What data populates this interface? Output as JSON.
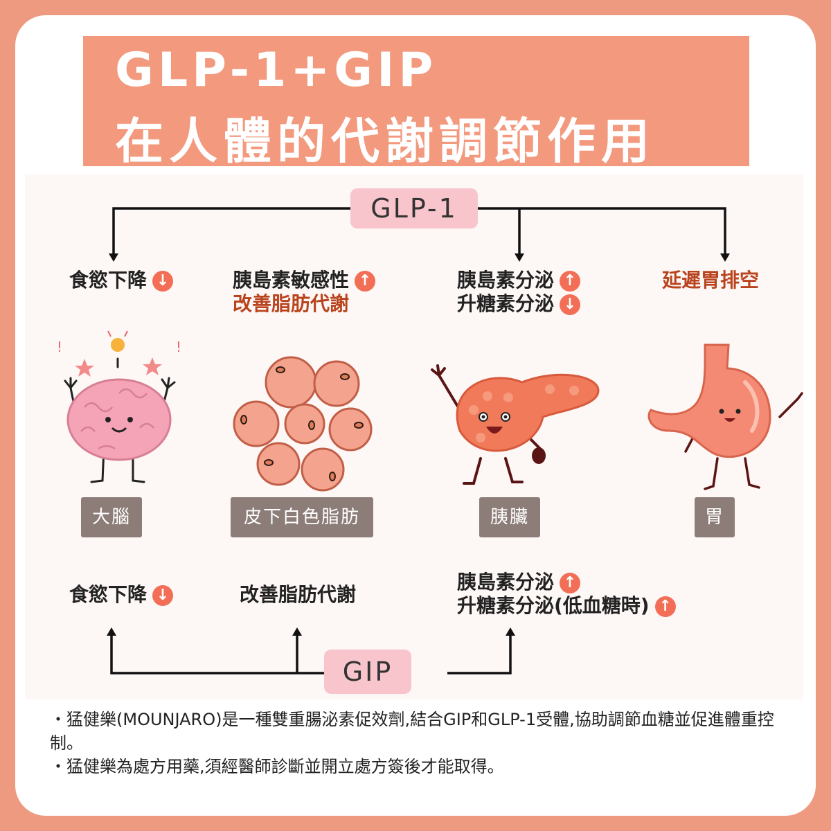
{
  "title": {
    "line1": "GLP-1+GIP",
    "line2": "在人體的代謝調節作用"
  },
  "glp1_label": "GLP-1",
  "gip_label": "GIP",
  "glp1_effects": {
    "brain": {
      "line1": "食慾下降",
      "line1_dir": "down"
    },
    "fat": {
      "line1": "胰島素敏感性",
      "line1_dir": "up",
      "line2": "改善脂肪代謝"
    },
    "pancreas": {
      "line1": "胰島素分泌",
      "line1_dir": "up",
      "line2": "升糖素分泌",
      "line2_dir": "down"
    },
    "stomach": {
      "line1": "延遲胃排空"
    }
  },
  "organs": {
    "brain": "大腦",
    "fat": "皮下白色脂肪",
    "pancreas": "胰臟",
    "stomach": "胃"
  },
  "gip_effects": {
    "brain": {
      "line1": "食慾下降",
      "line1_dir": "down"
    },
    "fat": {
      "line1": "改善脂肪代謝"
    },
    "pancreas": {
      "line1": "胰島素分泌",
      "line1_dir": "up",
      "line2": "升糖素分泌(低血糖時)",
      "line2_dir": "up"
    }
  },
  "notes": [
    "・猛健樂(MOUNJARO)是一種雙重腸泌素促效劑,結合GIP和GLP-1受體,協助調節血糖並促進體重控制。",
    "・猛健樂為處方用藥,須經醫師診斷並開立處方簽後才能取得。"
  ],
  "colors": {
    "background": "#ee9a80",
    "title_box": "#f2997e",
    "pill": "#f9c5cd",
    "badge": "#f26e56",
    "organ_label": "#8c7d78",
    "highlight_text": "#b9431d"
  },
  "icons": {
    "up": "↑",
    "down": "↓"
  }
}
